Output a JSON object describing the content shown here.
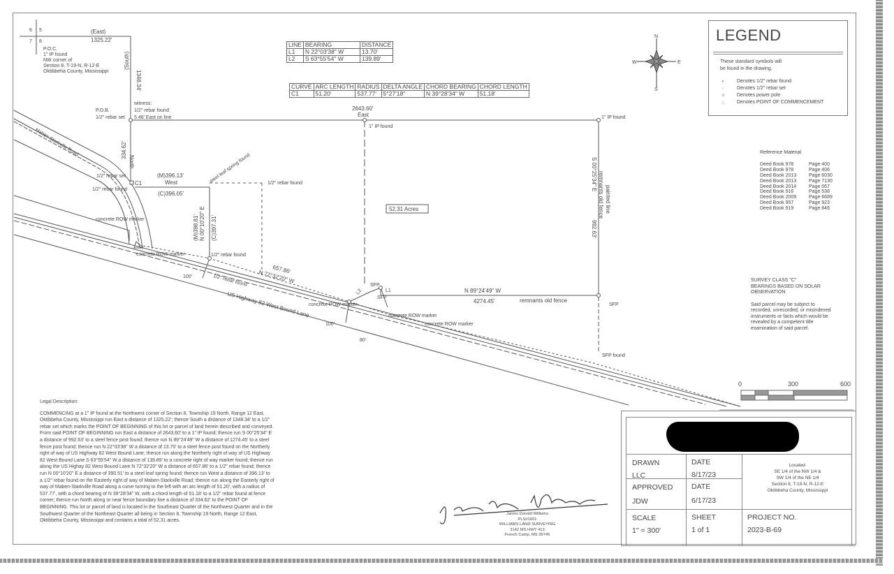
{
  "section_corner": {
    "nw": "6",
    "ne": "5",
    "sw": "7",
    "se": "8"
  },
  "poc": {
    "lines": [
      "P.O.C.",
      "1\" IP found",
      "NW corner of",
      "Section 8, T-19-N, R-12-E",
      "Oktibbeha County, Mississippi"
    ]
  },
  "map": {
    "basis_east": "(East)",
    "dist_east": "1325.22'",
    "basis_south": "(South)",
    "dist_south": "1348.34'",
    "witness": [
      "witness:",
      "1/2\" rebar found",
      "5.48' East on line"
    ],
    "pob": [
      "P.O.B.",
      "1/2\" rebar set"
    ],
    "north_dist": "334.62'",
    "north_word": "North",
    "top_dist": "2643.60'",
    "top_dir": "East",
    "ip_found_top": "1\" IP found",
    "ip_found_ne": "1\" IP found",
    "east_bearing": "S 00°25'34\" E",
    "east_dist": "992.63'",
    "east_note_1": "painted line",
    "east_note_2": "remnants old fence",
    "acres": "52.31 Acres",
    "south_bearing": "N 89°24'49\" W",
    "south_dist": "4274.45'",
    "south_note": "remnants old fence",
    "sfp_se": "SFP",
    "sfp_found": "SFP found",
    "sfp_1": "SFP",
    "sfp_2": "SFP",
    "l1": "L1",
    "l2": "L2",
    "c1": "C1",
    "rebar_set_c1": "1/2\" rebar set",
    "rebar_found_c1": "1/2\" rebar found",
    "west_m": "(M)396.13'",
    "west_dir": "West",
    "west_c": "(C)396.05'",
    "leaf_spring": "steel leaf spring found",
    "rebar_found_fence": "1/2\" rebar found",
    "mid_m": "(M)398.81'",
    "mid_bearing": "N 00°10'20\" E",
    "mid_c": "(C)397.31'",
    "rebar_found_mid": "1/2\" rebar found",
    "row_dist": "657.86'",
    "row_bearing": "N 72°32'20\" W",
    "rebar_found_row": "1/2\" rebar found",
    "row_marker_1": "concrete ROW marker",
    "row_marker_2": "concrete ROW marker",
    "row_marker_3": "concrete ROW marker",
    "row_marker_4": "concrete ROW marker",
    "row_marker_5": "concrete ROW marker",
    "w100_1": "100'",
    "w100_2": "100'",
    "w80": "80'",
    "maben_road": "Maben-Starkville Road",
    "highway": "US Highway 82 West Bound Lane"
  },
  "line_table": {
    "headers": [
      "LINE",
      "BEARING",
      "DISTANCE"
    ],
    "rows": [
      [
        "L1",
        "N 22°03'38\"  W",
        "13.70'"
      ],
      [
        "L2",
        "S 63°55'54\"  W",
        "139.89'"
      ]
    ]
  },
  "curve_table": {
    "headers": [
      "CURVE",
      "ARC LENGTH",
      "RADIUS",
      "DELTA ANGLE",
      "CHORD BEARING",
      "CHORD LENGTH"
    ],
    "rows": [
      [
        "C1",
        "51.20'",
        "537.77'",
        "5°27'18\"",
        "N 39°28'34\"  W",
        "51.18'"
      ]
    ]
  },
  "compass": {
    "n": "N",
    "s": "S",
    "e": "E",
    "w": "W"
  },
  "legend": {
    "title": "LEGEND",
    "intro_1": "These standard symbols will",
    "intro_2": "be found in the drawing.",
    "items": [
      "Denotes 1/2\" rebar found",
      "Denotes 1/2\" rebar set",
      "Denotes power pole",
      "Denotes POINT OF COMMENCEMENT"
    ]
  },
  "reference": {
    "title": "Reference Material",
    "rows": [
      [
        "Deed Book  978",
        "Page 400"
      ],
      [
        "Deed Book  978",
        "Page 406"
      ],
      [
        "Deed Book  2013",
        "Page 6030"
      ],
      [
        "Deed Book  2013",
        "Page 7130"
      ],
      [
        "Deed Book  2014",
        "Page 067"
      ],
      [
        "Deed Book  916",
        "Page 538"
      ],
      [
        "Deed Book  2009",
        "Page 6689"
      ],
      [
        "Deed Book  957",
        "Page 923"
      ],
      [
        "Deed Book  919",
        "Page 846"
      ]
    ]
  },
  "notes": {
    "survey_class": [
      "SURVEY CLASS \"C\"",
      "BEARINGS BASED ON SOLAR",
      "OBSERVATION"
    ],
    "disclaimer": [
      "Said parcel may be subject to",
      "recorded, unrecorded, or misindexed",
      "instruments or facts which would be",
      "revealed by a competent title",
      "examination of said parcel."
    ]
  },
  "scale_bar": {
    "labels": [
      "0",
      "300",
      "600"
    ]
  },
  "legal": {
    "title": "Legal Description:",
    "lines": [
      "COMMENCING at a 1\" IP found at the Northwest corner of Section 8, Township 19 North, Range 12 East,",
      "Oktibbeha County, Mississippi run East a distance of 1325.22'; thence South a distance of 1348.34' to a 1/2\"",
      "rebar set which marks the POINT OF BEGINNING of this lot or parcel of land herein described and conveyed.",
      "From said POINT OF BEGINNING run East a distance of 2643.60' to a 1\" IP found; thence run S 00°25'34\" E",
      "a distance of 992.63' to a steel fence post found; thence run N 89°24'49\" W a distance of 1274.45' to a steel",
      "fence post found; thence run N 22°03'38\" W a distance of 13.70' to a steel fence post found on the Northerly",
      "right of way of US Highway 82 West Bound Lane; thence run along the Northerly right of way of US Highway",
      "82 West Bound Lane S 63°55'54\" W a distance of 139.89' to a concrete right of way marker found; thence run",
      "along the US Highay 82 West Bound Lane N 72°32'20\" W a distance of 657.86' to a 1/2\" rebar found; thence",
      "run N 00°10'20\" E a distance of 390.51' to a steel leaf spring found; thence run West a distance of 396.13' to",
      "a 1/2\" rebar found on the Easterly right of way of Maben-Starkville Road; thence run along the Easterly right of",
      "way of Maben-Starkville Road along a curve turning to the left with an arc length of 51.20', with a radius of",
      "537.77', with a chord bearing of N 39°28'34\" W, with a chord length of 51.18' to a 1/2\" rebar found at fence",
      "corner; thence run North along or near fence boundary line a distance of 334.62' to the POINT OF",
      "BEGINNING. This lot or parcel of land is located in the Southeast Quarter of the Northwest Quarter and in the",
      "Southwest Quarter of the Northeast Quarter all being in Section 8, Township 19 North, Range 12 East,",
      "Oktibbeha County, Mississippi and contains a total of 52.31 acres."
    ]
  },
  "signature": {
    "handwritten": "James Donald Williams",
    "lines": [
      "James Donald Williams",
      "PLS#1601",
      "WILLIAMS LAND SURVEYING",
      "3142 MS HWY 413",
      "French Camp, MS  39745"
    ]
  },
  "title_block": {
    "drawn_label": "DRAWN",
    "drawn_value": "LLC",
    "date1_label": "DATE",
    "date1_value": "8/17/23",
    "approved_label": "APPROVED",
    "approved_value": "JDW",
    "date2_label": "DATE",
    "date2_value": "6/17/23",
    "scale_label": "SCALE",
    "scale_value": "1\" = 300'",
    "sheet_label": "SHEET",
    "sheet_value": "1 of 1",
    "project_label": "PROJECT NO.",
    "project_value": "2023-B-69",
    "located": [
      "Located:",
      "SE 1/4 of the NW 1/4 &",
      "SW 1/4 of the NE 1/4",
      "Section 8, T-19-N, R-12-E",
      "Oktibbeha County, Mississippi"
    ]
  }
}
